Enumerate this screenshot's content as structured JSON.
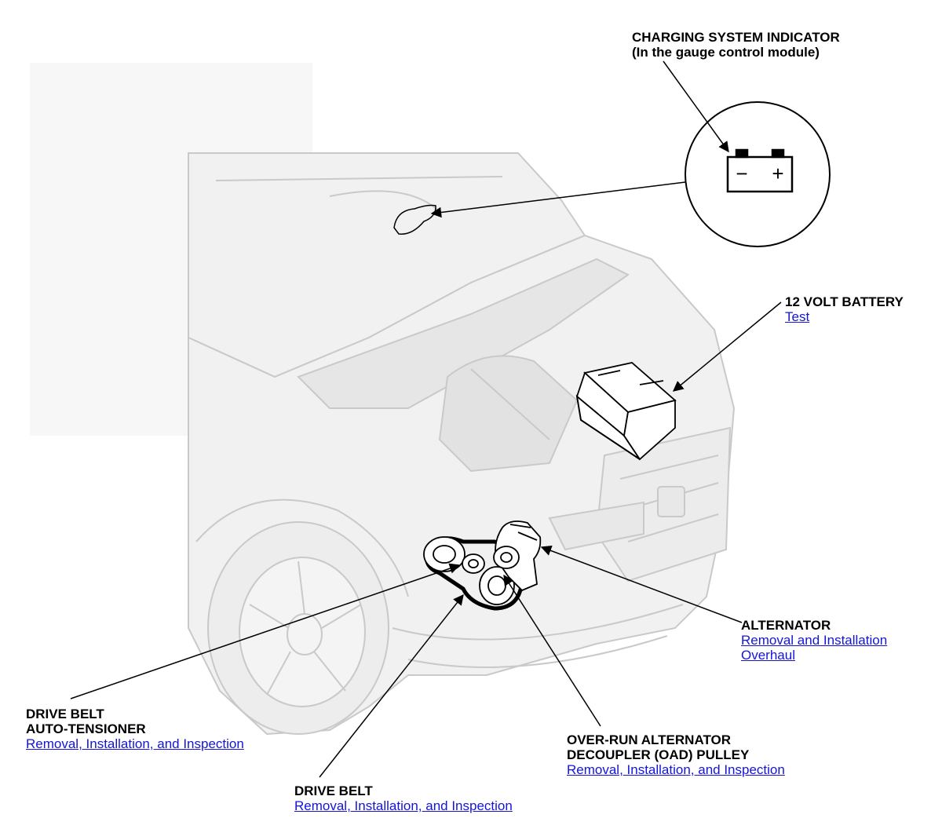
{
  "callouts": {
    "charging_indicator": {
      "title_line1": "CHARGING SYSTEM INDICATOR",
      "title_line2": "(In the gauge control module)"
    },
    "battery": {
      "title": "12 VOLT BATTERY",
      "links": [
        "Test"
      ]
    },
    "alternator": {
      "title": "ALTERNATOR",
      "links": [
        "Removal and Installation",
        "Overhaul"
      ]
    },
    "auto_tensioner": {
      "title_line1": "DRIVE BELT",
      "title_line2": "AUTO-TENSIONER",
      "links": [
        "Removal, Installation, and Inspection"
      ]
    },
    "oad_pulley": {
      "title_line1": "OVER-RUN ALTERNATOR",
      "title_line2": "DECOUPLER (OAD) PULLEY",
      "links": [
        "Removal, Installation, and Inspection"
      ]
    },
    "drive_belt": {
      "title": "DRIVE BELT",
      "links": [
        "Removal, Installation, and Inspection"
      ]
    }
  },
  "indicator_symbol": {
    "minus": "−",
    "plus": "+"
  },
  "colors": {
    "link": "#1515d8",
    "vehicle_fill": "#f1f1f1",
    "vehicle_line": "#c9c9c9"
  },
  "icons": [
    "battery-indicator-icon",
    "vehicle-illustration",
    "battery-illustration",
    "alternator-illustration",
    "pulley-illustration"
  ]
}
